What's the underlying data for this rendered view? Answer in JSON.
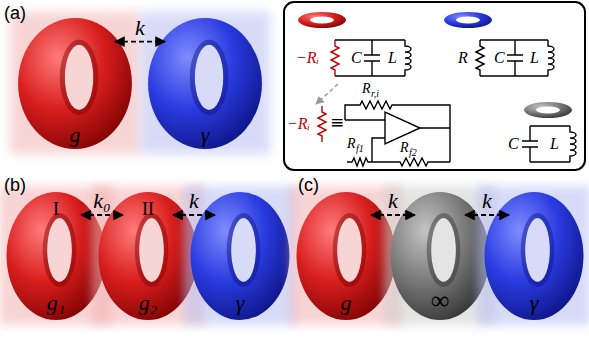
{
  "diagram": {
    "nodes": [
      {
        "text": [
          "g"
        ]
      },
      {
        "text": [
          "γ"
        ]
      },
      {
        "text": [
          "I",
          "g₁"
        ]
      },
      {
        "text": [
          "II",
          "g₂"
        ]
      },
      {
        "text": [
          "γ"
        ]
      },
      {
        "text": [
          "g"
        ]
      },
      {
        "text": [
          "∞"
        ]
      },
      {
        "text": [
          "γ"
        ]
      }
    ],
    "edges": [
      {
        "from": 0,
        "to": 1,
        "label": "k",
        "arrow": "both"
      },
      {
        "from": 2,
        "to": 3,
        "label": "k₀",
        "arrow": "both"
      },
      {
        "from": 3,
        "to": 4,
        "label": "k",
        "arrow": "both"
      },
      {
        "from": 5,
        "to": 6,
        "label": "k",
        "arrow": "both"
      },
      {
        "from": 6,
        "to": 7,
        "label": "k",
        "arrow": "both"
      }
    ],
    "labels": [
      "(a)",
      "(b)",
      "(c)",
      "−Rᵢ",
      "C",
      "L",
      "R",
      "C",
      "L",
      "−Rᵢ",
      "≡",
      "R",
      "r,i",
      "R",
      "f1",
      "R",
      "f2",
      "C",
      "L"
    ]
  }
}
